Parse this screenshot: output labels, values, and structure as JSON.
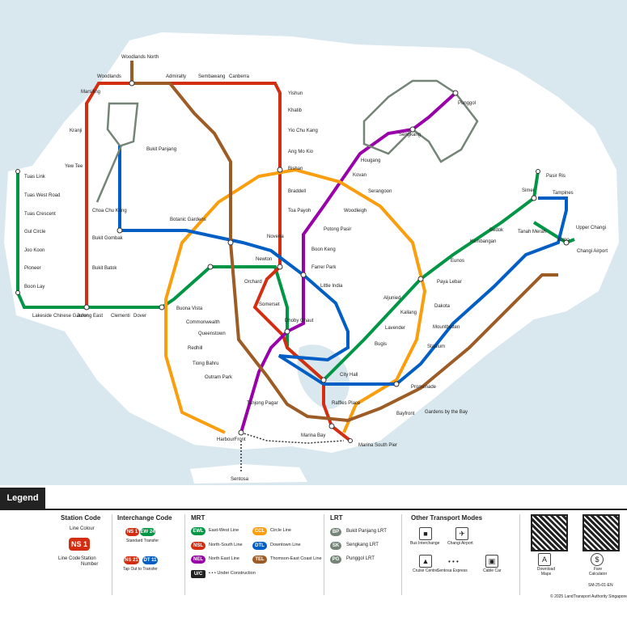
{
  "map": {
    "stations": {
      "woodlands": "Woodlands",
      "woodlands_north": "Woodlands North",
      "admiralty": "Admiralty",
      "sembawang": "Sembawang",
      "canberra": "Canberra",
      "yishun": "Yishun",
      "khatib": "Khatib",
      "yio_chu_kang": "Yio Chu Kang",
      "ang_mo_kio": "Ang Mo Kio",
      "bishan": "Bishan",
      "braddell": "Braddell",
      "toa_payoh": "Toa Payoh",
      "novena": "Novena",
      "newton": "Newton",
      "orchard": "Orchard",
      "somerset": "Somerset",
      "dhoby_ghaut": "Dhoby Ghaut",
      "city_hall": "City Hall",
      "raffles_place": "Raffles Place",
      "marina_bay": "Marina Bay",
      "marina_south_pier": "Marina South Pier",
      "marsiling": "Marsiling",
      "kranji": "Kranji",
      "yew_tee": "Yew Tee",
      "choa_chu_kang": "Choa Chu Kang",
      "bukit_gombak": "Bukit Gombak",
      "bukit_batok": "Bukit Batok",
      "jurong_east": "Jurong East",
      "tuas_link": "Tuas Link",
      "tuas_west_road": "Tuas West Road",
      "tuas_crescent": "Tuas Crescent",
      "gul_circle": "Gul Circle",
      "joo_koon": "Joo Koon",
      "pioneer": "Pioneer",
      "boon_lay": "Boon Lay",
      "lakeside": "Lakeside",
      "chinese_garden": "Chinese Garden",
      "clementi": "Clementi",
      "dover": "Dover",
      "buona_vista": "Buona Vista",
      "commonwealth": "Commonwealth",
      "queenstown": "Queenstown",
      "redhill": "Redhill",
      "tiong_bahru": "Tiong Bahru",
      "outram_park": "Outram Park",
      "tanjong_pagar": "Tanjong Pagar",
      "bugis": "Bugis",
      "lavender": "Lavender",
      "kallang": "Kallang",
      "aljunied": "Aljunied",
      "paya_lebar": "Paya Lebar",
      "eunos": "Eunos",
      "kembangan": "Kembangan",
      "bedok": "Bedok",
      "tanah_merah": "Tanah Merah",
      "simei": "Simei",
      "tampines": "Tampines",
      "pasir_ris": "Pasir Ris",
      "expo": "Expo",
      "changi_airport": "Changi Airport",
      "harbourfront": "HarbourFront",
      "serangoon": "Serangoon",
      "punggol": "Punggol",
      "sengkang": "Sengkang",
      "hougang": "Hougang",
      "kovan": "Kovan",
      "promenade": "Promenade",
      "stadium": "Stadium",
      "mountbatten": "Mountbatten",
      "dakota": "Dakota",
      "sentosa": "Sentosa",
      "bukit_panjang": "Bukit Panjang",
      "botanic_gardens": "Botanic Gardens",
      "upper_changi": "Upper Changi",
      "bayfront": "Bayfront",
      "gardens_by_the_bay": "Gardens by the Bay",
      "little_india": "Little India",
      "farrer_park": "Farrer Park",
      "boon_keng": "Boon Keng",
      "potong_pasir": "Potong Pasir",
      "woodleigh": "Woodleigh"
    }
  },
  "legend": {
    "title": "Legend",
    "station_code": {
      "heading": "Station Code",
      "line_colour": "Line Colour",
      "code": "NS 1",
      "line_code": "Line Code",
      "station_number": "Station Number"
    },
    "interchange_code": {
      "heading": "Interchange Code",
      "standard_a": "NS 1",
      "standard_b": "EW 24",
      "standard_label": "Standard Transfer",
      "tapout_a": "NS 21",
      "tapout_b": "DT 11",
      "tapout_label": "Tap Out to Transfer"
    },
    "mrt": {
      "heading": "MRT",
      "ewl_code": "EWL",
      "ewl_name": "East-West Line",
      "nsl_code": "NSL",
      "nsl_name": "North-South Line",
      "nel_code": "NEL",
      "nel_name": "North East Line",
      "ccl_code": "CCL",
      "ccl_name": "Circle Line",
      "dtl_code": "DTL",
      "dtl_name": "Downtown Line",
      "tel_code": "TEL",
      "tel_name": "Thomson-East Coast Line",
      "uc_code": "U/C",
      "uc_name": "Under Construction"
    },
    "lrt": {
      "heading": "LRT",
      "bp_code": "BP",
      "bp_name": "Bukit Panjang LRT",
      "sk_code": "SK",
      "sk_name": "Sengkang LRT",
      "pg_code": "PG",
      "pg_name": "Punggol LRT"
    },
    "other": {
      "heading": "Other Transport Modes",
      "bus": "Bus Interchange",
      "changi": "Changi Airport",
      "cruise": "Cruise Centre",
      "sentosa_express": "Sentosa Express",
      "cable_car": "Cable Car"
    },
    "qr": {
      "download": "Download Maps",
      "fare": "Fare Calculator"
    },
    "code_ref": "SM-25-01-EN",
    "copyright": "© 2025 LandTransport Authority Singapore"
  },
  "colors": {
    "ewl": "#009645",
    "nsl": "#d42e12",
    "nel": "#9900aa",
    "ccl": "#fa9e0d",
    "dtl": "#005ec4",
    "tel": "#9d5b25",
    "lrt": "#748477",
    "land": "#ffffff",
    "sea": "#d9e8ef"
  }
}
